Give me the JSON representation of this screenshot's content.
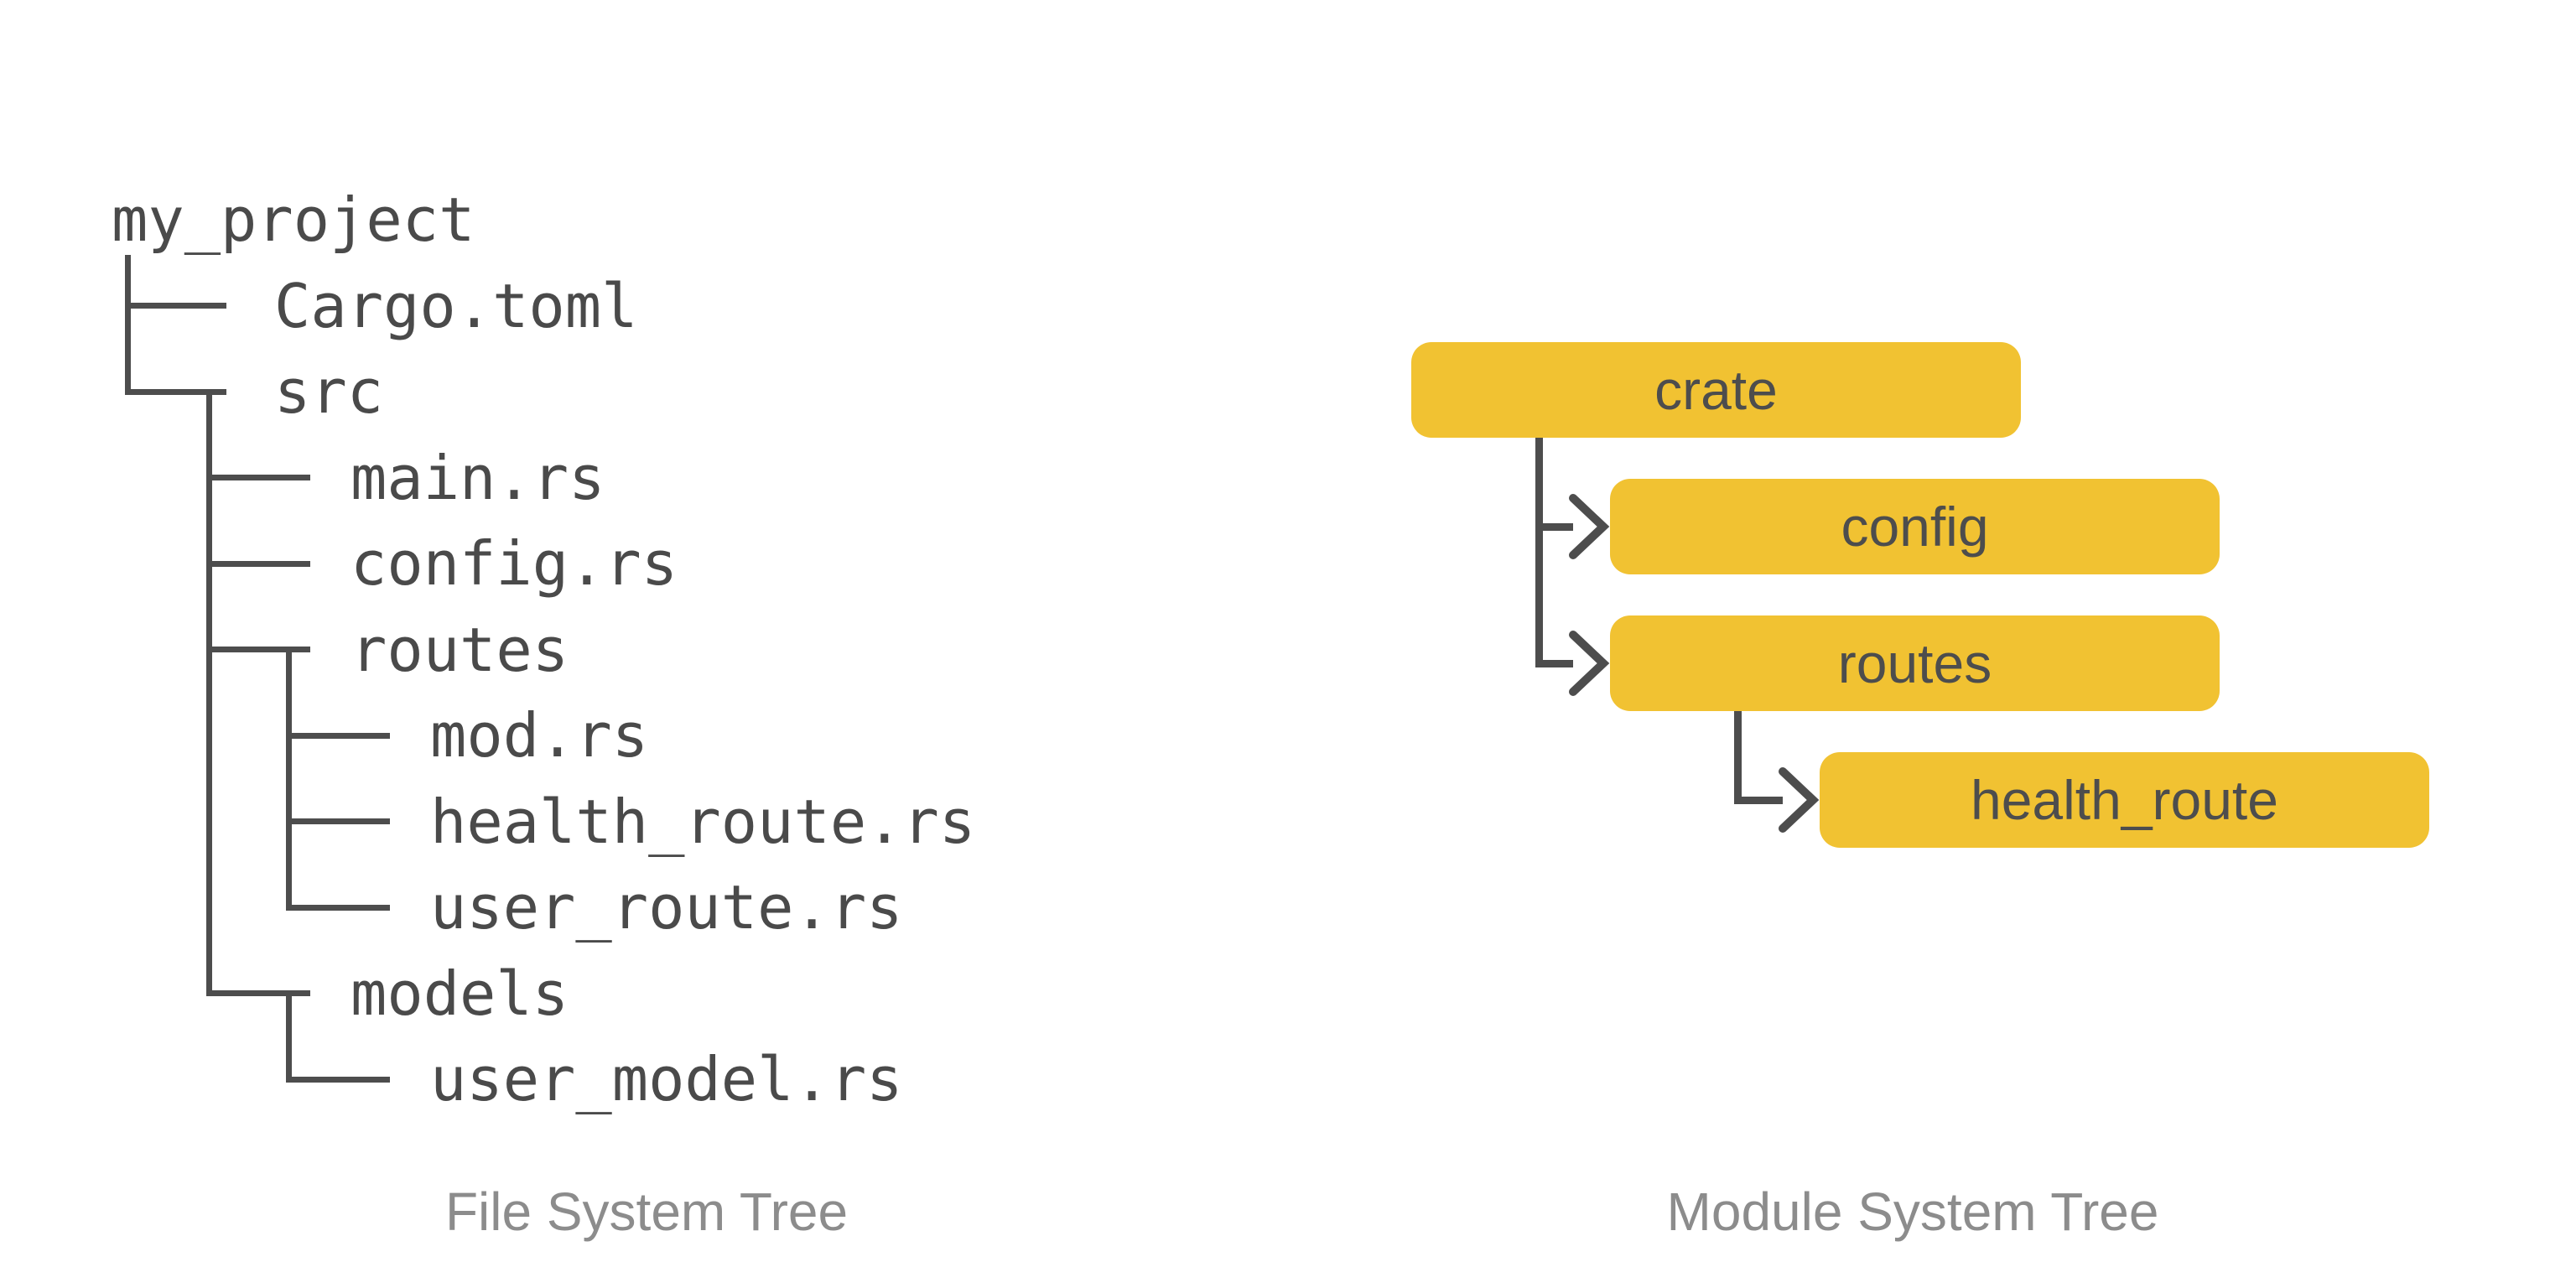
{
  "left_diagram": {
    "caption": "File System Tree",
    "tree": {
      "label": "my_project",
      "children": [
        {
          "label": "Cargo.toml"
        },
        {
          "label": "src",
          "children": [
            {
              "label": "main.rs"
            },
            {
              "label": "config.rs"
            },
            {
              "label": "routes",
              "children": [
                {
                  "label": "mod.rs"
                },
                {
                  "label": "health_route.rs"
                },
                {
                  "label": "user_route.rs"
                }
              ]
            },
            {
              "label": "models",
              "children": [
                {
                  "label": "user_model.rs"
                }
              ]
            }
          ]
        }
      ]
    }
  },
  "right_diagram": {
    "caption": "Module System Tree",
    "tree": {
      "label": "crate",
      "children": [
        {
          "label": "config"
        },
        {
          "label": "routes",
          "children": [
            {
              "label": "health_route"
            }
          ]
        }
      ]
    }
  },
  "colors": {
    "box_fill": "#f1c232",
    "box_text": "#4d4d4d",
    "line": "#4d4d4d",
    "mono_text": "#4a4a4a",
    "caption": "#8c8c8c"
  }
}
